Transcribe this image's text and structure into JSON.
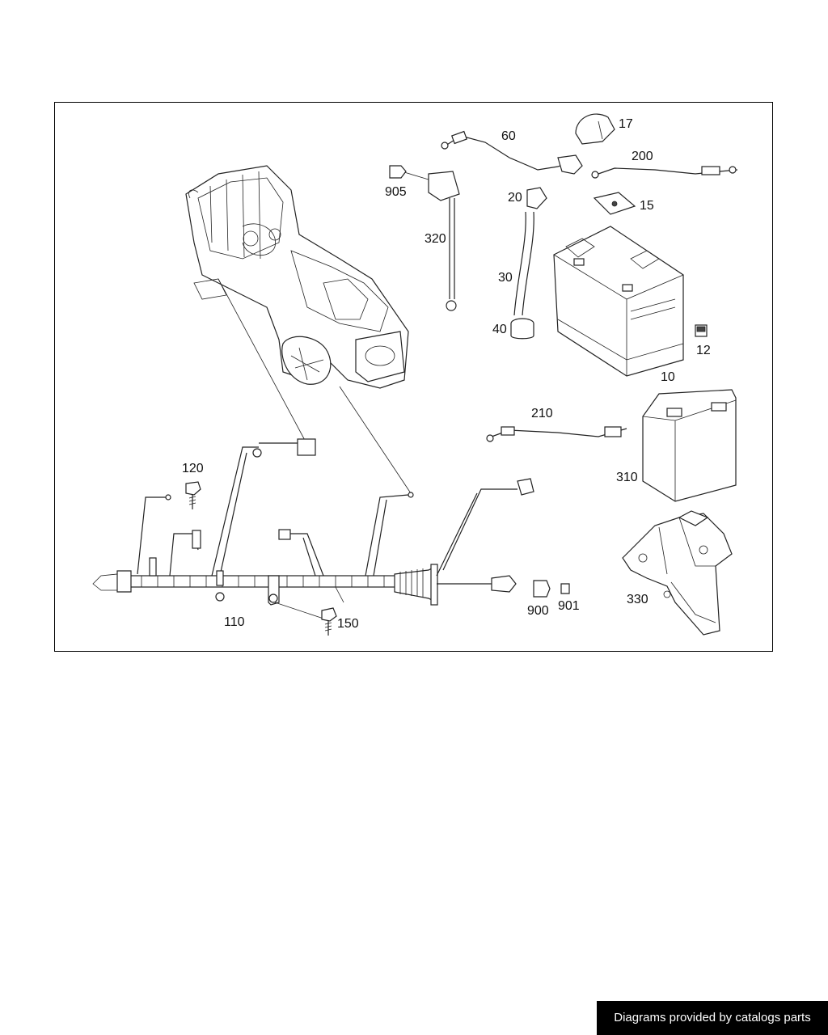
{
  "callouts": {
    "p10": "10",
    "p12": "12",
    "p15": "15",
    "p17": "17",
    "p20": "20",
    "p30": "30",
    "p40": "40",
    "p60": "60",
    "p110": "110",
    "p120": "120",
    "p150": "150",
    "p200": "200",
    "p210": "210",
    "p310": "310",
    "p320": "320",
    "p330": "330",
    "p900": "900",
    "p901": "901",
    "p905": "905"
  },
  "footer": {
    "text": "Diagrams provided by catalogs parts"
  }
}
